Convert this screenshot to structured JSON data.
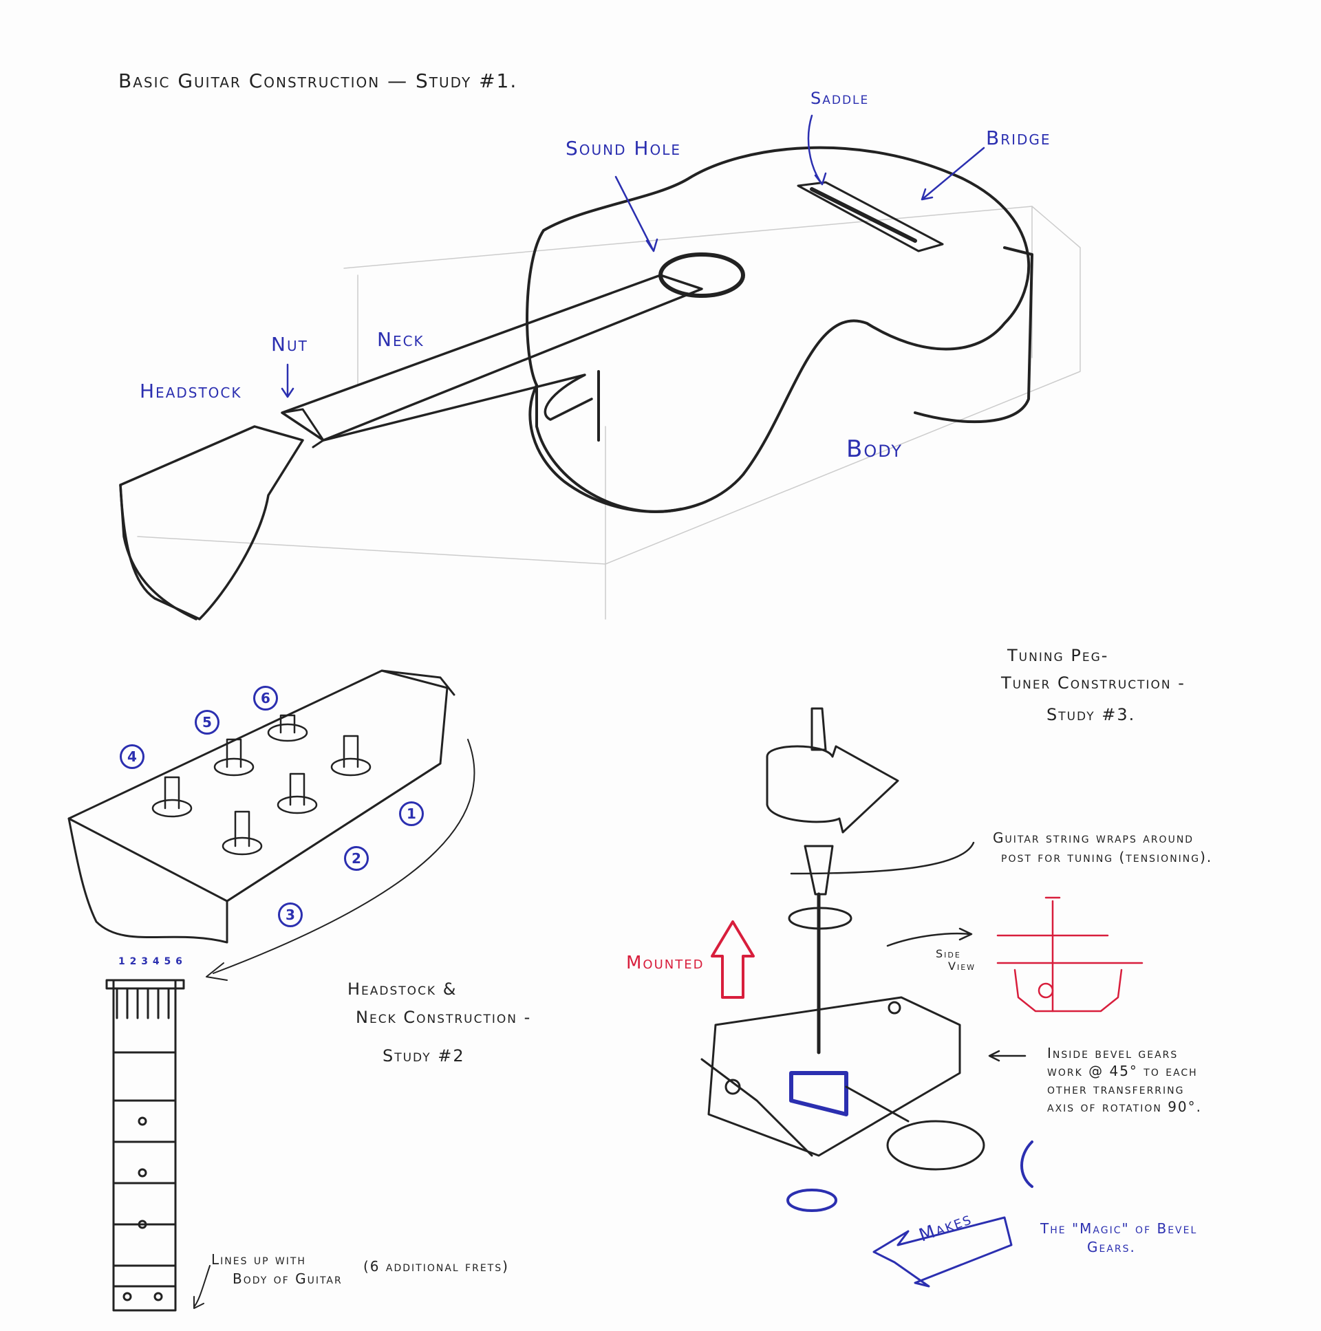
{
  "title": "Basic Guitar Construction — Study #1.",
  "study1_labels": {
    "saddle": "Saddle",
    "sound_hole": "Sound Hole",
    "bridge": "Bridge",
    "nut": "Nut",
    "neck": "Neck",
    "headstock": "Headstock",
    "body": "Body"
  },
  "study2": {
    "title_line1": "Headstock &",
    "title_line2": "Neck Construction -",
    "title_line3": "Study #2",
    "peg_numbers": [
      "1",
      "2",
      "3",
      "4",
      "5",
      "6"
    ],
    "string_numbers": "1 2 3 4 5 6",
    "note_line1": "Lines up with",
    "note_line2": "Body of Guitar",
    "note_frets": "(6 additional frets)"
  },
  "study3": {
    "title_line1": "Tuning Peg-",
    "title_line2": "Tuner Construction -",
    "title_line3": "Study #3.",
    "string_note_line1": "Guitar string wraps around",
    "string_note_line2": "post for tuning (tensioning).",
    "mounted": "Mounted",
    "side_view_line1": "Side",
    "side_view_line2": "View",
    "gears_line1": "Inside bevel gears",
    "gears_line2": "work @ 45° to each",
    "gears_line3": "other transferring",
    "gears_line4": "axis of rotation 90°.",
    "makes": "Makes",
    "magic_line1": "The \"Magic\" of Bevel",
    "magic_line2": "Gears."
  },
  "colors": {
    "ink": "#222222",
    "blue": "#2b2fb0",
    "red": "#d81e3c"
  }
}
